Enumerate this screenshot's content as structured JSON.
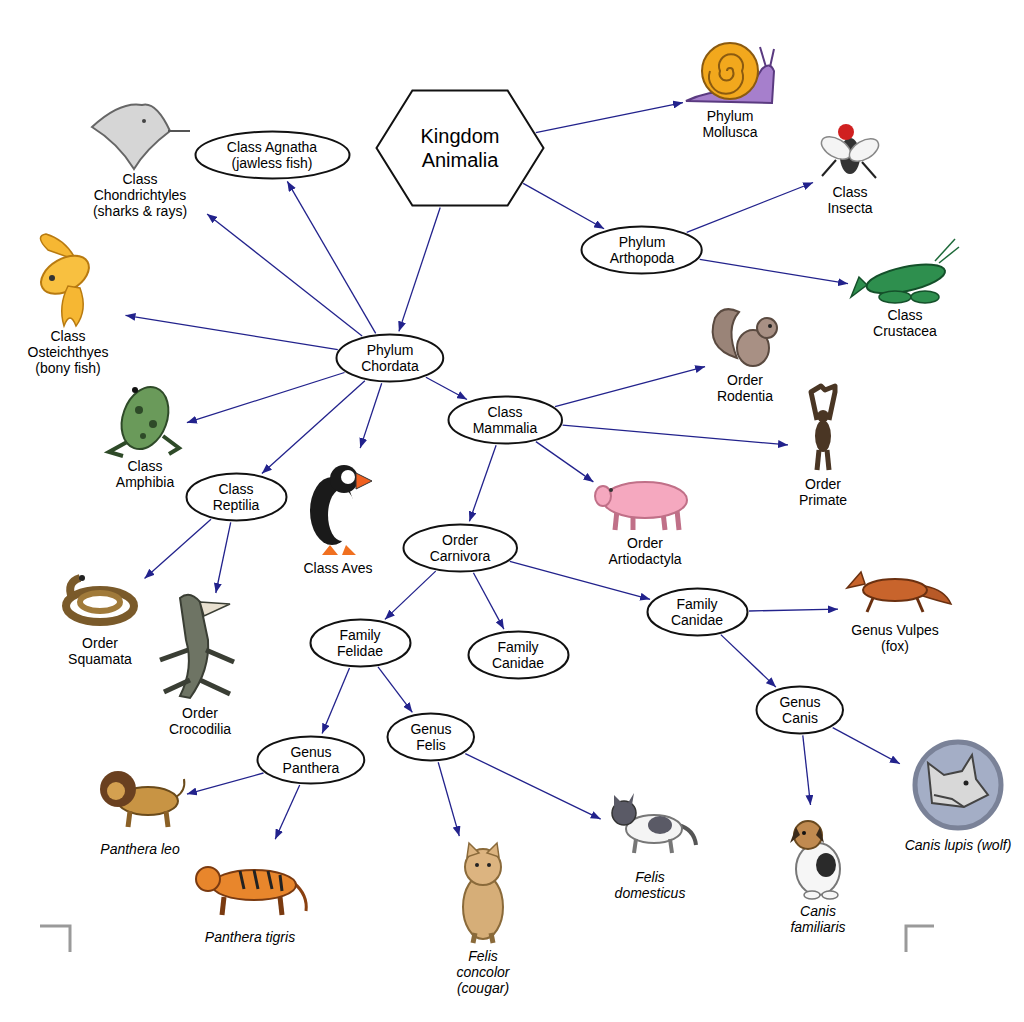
{
  "diagram": {
    "nodes": [
      {
        "text": [
          "Kingdom Animalia"
        ]
      },
      {
        "text": [
          "Phylum Mollusca"
        ]
      },
      {
        "text": [
          "Class Agnatha (jawless fish)"
        ]
      },
      {
        "text": [
          "Class Chondrichtyles (sharks & rays)"
        ]
      },
      {
        "text": [
          "Phylum Arthopoda"
        ]
      },
      {
        "text": [
          "Class Insecta"
        ]
      },
      {
        "text": [
          "Class Crustacea"
        ]
      },
      {
        "text": [
          "Class Osteichthyes (bony fish)"
        ]
      },
      {
        "text": [
          "Phylum Chordata"
        ]
      },
      {
        "text": [
          "Order Rodentia"
        ]
      },
      {
        "text": [
          "Class Mammalia"
        ]
      },
      {
        "text": [
          "Order Primate"
        ]
      },
      {
        "text": [
          "Class Amphibia"
        ]
      },
      {
        "text": [
          "Class Reptilia"
        ]
      },
      {
        "text": [
          "Class Aves"
        ]
      },
      {
        "text": [
          "Order Artiodactyla"
        ]
      },
      {
        "text": [
          "Order Carnivora"
        ]
      },
      {
        "text": [
          "Order Squamata"
        ]
      },
      {
        "text": [
          "Order Crocodilia"
        ]
      },
      {
        "text": [
          "Family Felidae"
        ]
      },
      {
        "text": [
          "Family Canidae"
        ]
      },
      {
        "text": [
          "Family Canidae"
        ]
      },
      {
        "text": [
          "Genus Vulpes (fox)"
        ]
      },
      {
        "text": [
          "Genus Canis"
        ]
      },
      {
        "text": [
          "Genus Panthera"
        ]
      },
      {
        "text": [
          "Genus Felis"
        ]
      },
      {
        "text": [
          "Panthera leo"
        ]
      },
      {
        "text": [
          "Panthera tigris"
        ]
      },
      {
        "text": [
          "Felis concolor (cougar)"
        ]
      },
      {
        "text": [
          "Felis domesticus"
        ]
      },
      {
        "text": [
          "Canis familiaris"
        ]
      },
      {
        "text": [
          "Canis lupis (wolf)"
        ]
      }
    ],
    "edges": [
      {
        "from": 0,
        "to": 1,
        "arrow": "to"
      },
      {
        "from": 0,
        "to": 4,
        "arrow": "to"
      },
      {
        "from": 0,
        "to": 8,
        "arrow": "to"
      },
      {
        "from": 4,
        "to": 5,
        "arrow": "to"
      },
      {
        "from": 4,
        "to": 6,
        "arrow": "to"
      },
      {
        "from": 8,
        "to": 2,
        "arrow": "to"
      },
      {
        "from": 8,
        "to": 3,
        "arrow": "to"
      },
      {
        "from": 8,
        "to": 7,
        "arrow": "to"
      },
      {
        "from": 8,
        "to": 12,
        "arrow": "to"
      },
      {
        "from": 8,
        "to": 13,
        "arrow": "to"
      },
      {
        "from": 8,
        "to": 14,
        "arrow": "to"
      },
      {
        "from": 8,
        "to": 10,
        "arrow": "to"
      },
      {
        "from": 10,
        "to": 9,
        "arrow": "to"
      },
      {
        "from": 10,
        "to": 11,
        "arrow": "to"
      },
      {
        "from": 10,
        "to": 15,
        "arrow": "to"
      },
      {
        "from": 10,
        "to": 16,
        "arrow": "to"
      },
      {
        "from": 13,
        "to": 17,
        "arrow": "to"
      },
      {
        "from": 13,
        "to": 18,
        "arrow": "to"
      },
      {
        "from": 16,
        "to": 19,
        "arrow": "to"
      },
      {
        "from": 16,
        "to": 20,
        "arrow": "to"
      },
      {
        "from": 16,
        "to": 21,
        "arrow": "to"
      },
      {
        "from": 21,
        "to": 22,
        "arrow": "to"
      },
      {
        "from": 21,
        "to": 23,
        "arrow": "to"
      },
      {
        "from": 19,
        "to": 24,
        "arrow": "to"
      },
      {
        "from": 19,
        "to": 25,
        "arrow": "to"
      },
      {
        "from": 24,
        "to": 26,
        "arrow": "to"
      },
      {
        "from": 24,
        "to": 27,
        "arrow": "to"
      },
      {
        "from": 25,
        "to": 28,
        "arrow": "to"
      },
      {
        "from": 25,
        "to": 29,
        "arrow": "to"
      },
      {
        "from": 23,
        "to": 30,
        "arrow": "to"
      },
      {
        "from": 23,
        "to": 31,
        "arrow": "to"
      }
    ]
  }
}
